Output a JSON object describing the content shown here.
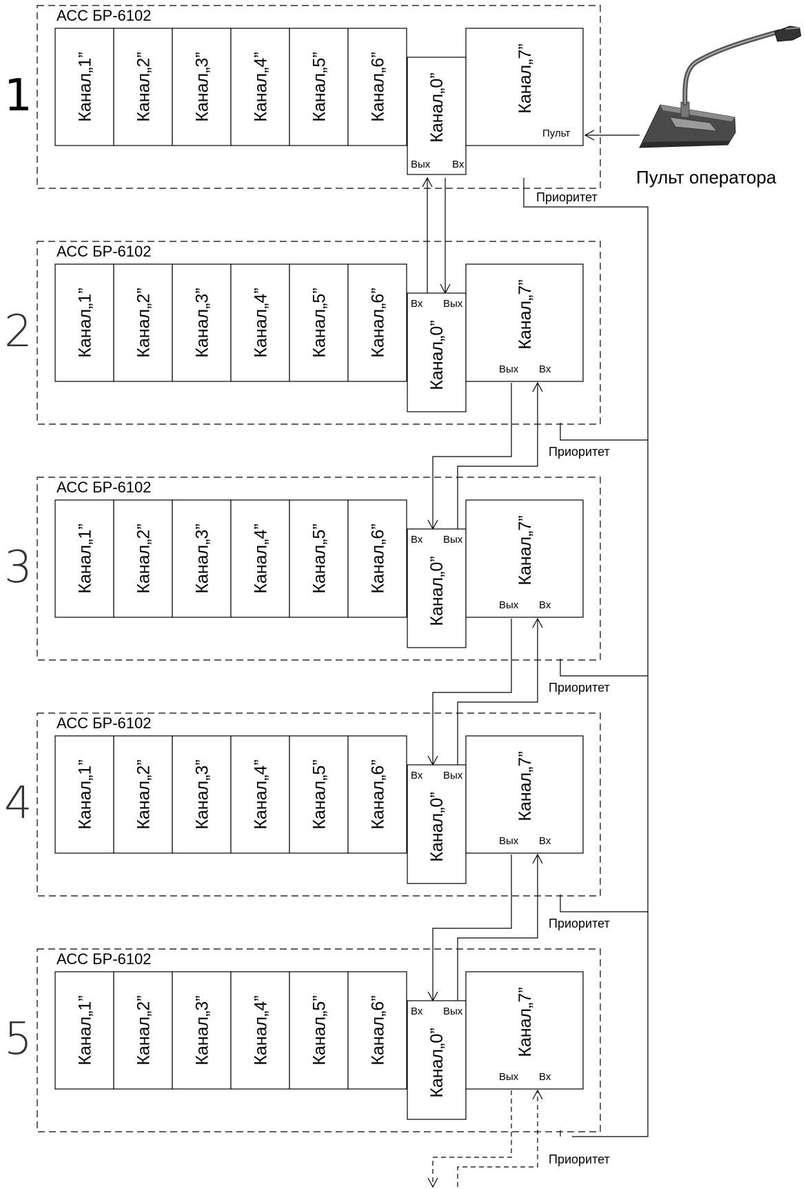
{
  "console_label": "Пульт оператора",
  "console_port": "Пульт",
  "priority_label": "Приоритет",
  "racks": [
    {
      "number": "1",
      "title": "АСС БР-6102",
      "channels": [
        "Канал„1”",
        "Канал„2”",
        "Канал„3”",
        "Канал„4”",
        "Канал„5”",
        "Канал„6”"
      ],
      "ch0_label": "Канал„0”",
      "ch7_label": "Канал„7”",
      "ch0_port_left": "Вых",
      "ch0_port_right": "Вх",
      "ch7_port_left": "",
      "ch7_port_right": ""
    },
    {
      "number": "2",
      "title": "АСС БР-6102",
      "channels": [
        "Канал„1”",
        "Канал„2”",
        "Канал„3”",
        "Канал„4”",
        "Канал„5”",
        "Канал„6”"
      ],
      "ch0_label": "Канал„0”",
      "ch7_label": "Канал„7”",
      "ch0_port_left": "Вх",
      "ch0_port_right": "Вых",
      "ch7_port_left": "Вых",
      "ch7_port_right": "Вх"
    },
    {
      "number": "3",
      "title": "АСС БР-6102",
      "channels": [
        "Канал„1”",
        "Канал„2”",
        "Канал„3”",
        "Канал„4”",
        "Канал„5”",
        "Канал„6”"
      ],
      "ch0_label": "Канал„0”",
      "ch7_label": "Канал„7”",
      "ch0_port_left": "Вх",
      "ch0_port_right": "Вых",
      "ch7_port_left": "Вых",
      "ch7_port_right": "Вх"
    },
    {
      "number": "4",
      "title": "АСС БР-6102",
      "channels": [
        "Канал„1”",
        "Канал„2”",
        "Канал„3”",
        "Канал„4”",
        "Канал„5”",
        "Канал„6”"
      ],
      "ch0_label": "Канал„0”",
      "ch7_label": "Канал„7”",
      "ch0_port_left": "Вх",
      "ch0_port_right": "Вых",
      "ch7_port_left": "Вых",
      "ch7_port_right": "Вх"
    },
    {
      "number": "5",
      "title": "АСС БР-6102",
      "channels": [
        "Канал„1”",
        "Канал„2”",
        "Канал„3”",
        "Канал„4”",
        "Канал„5”",
        "Канал„6”"
      ],
      "ch0_label": "Канал„0”",
      "ch7_label": "Канал„7”",
      "ch0_port_left": "Вх",
      "ch0_port_right": "Вых",
      "ch7_port_left": "Вых",
      "ch7_port_right": "Вх"
    }
  ]
}
